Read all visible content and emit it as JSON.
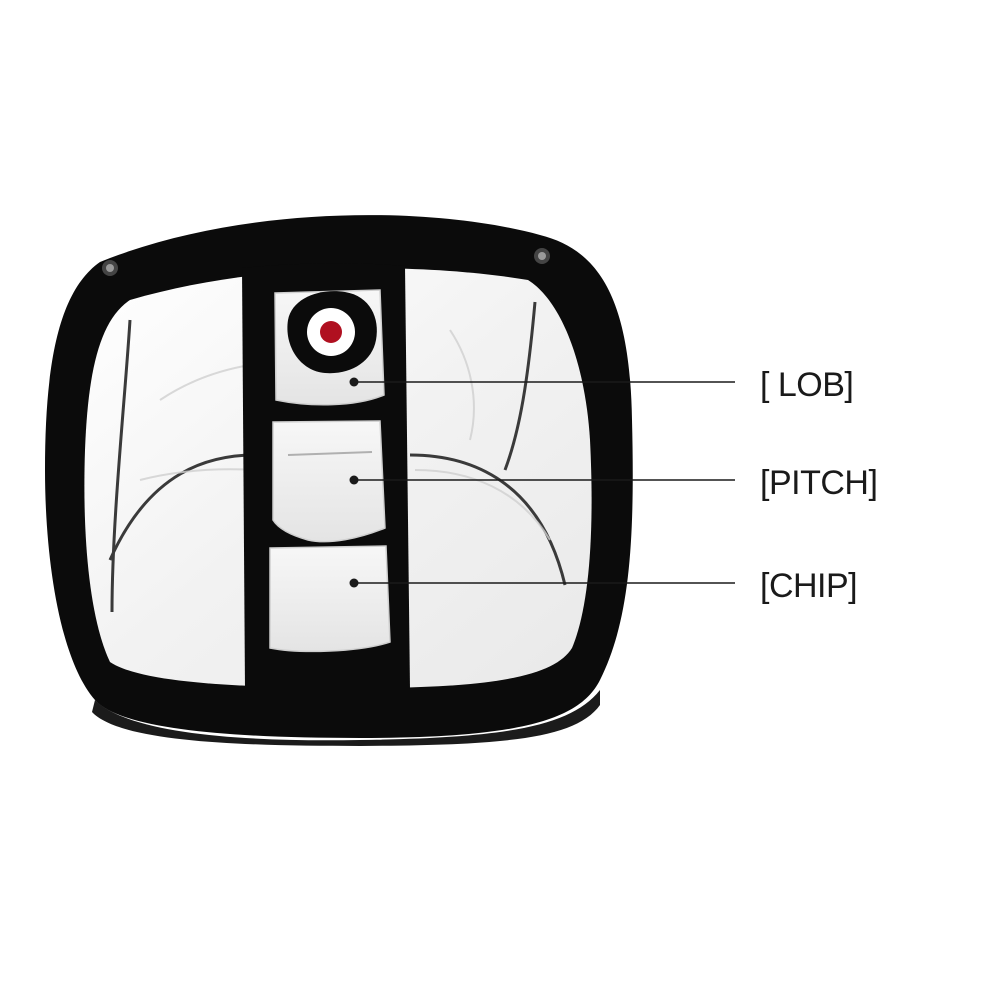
{
  "labels": {
    "lob": "[ LOB]",
    "pitch": "[PITCH]",
    "chip": "[CHIP]"
  },
  "colors": {
    "frame": "#0b0b0b",
    "mesh": "#f4f4f4",
    "target_red": "#b01020",
    "leader_line": "#1a1a1a"
  },
  "icons": {
    "target": "bullseye-icon",
    "grommet": "grommet-icon"
  }
}
